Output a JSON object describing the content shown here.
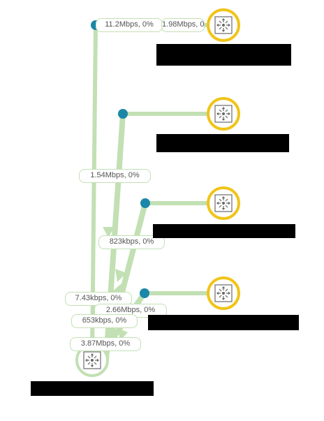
{
  "links": [
    {
      "id": "top-incoming",
      "label": "11.2Mbps,  0%"
    },
    {
      "id": "top-outgoing",
      "label": "1.98Mbps,  0%"
    },
    {
      "id": "second",
      "label": "1.54Mbps,  0%"
    },
    {
      "id": "third",
      "label": "823kbps,  0%"
    },
    {
      "id": "fourth-a",
      "label": "7.43kbps,  0%"
    },
    {
      "id": "fourth-b",
      "label": "2.66Mbps,  0%"
    },
    {
      "id": "fourth-c",
      "label": "653kbps,  0%"
    },
    {
      "id": "bottom",
      "label": "3.87Mbps,  0%"
    }
  ],
  "nodes": [
    {
      "id": "switch-1",
      "icon": "network-switch-icon",
      "status": "warning",
      "ring_color": "#f0c419"
    },
    {
      "id": "switch-2",
      "icon": "network-switch-icon",
      "status": "warning",
      "ring_color": "#f0c419"
    },
    {
      "id": "switch-3",
      "icon": "network-switch-icon",
      "status": "warning",
      "ring_color": "#f0c419"
    },
    {
      "id": "switch-4",
      "icon": "network-switch-icon",
      "status": "warning",
      "ring_color": "#f0c419"
    },
    {
      "id": "core-switch",
      "icon": "network-switch-icon",
      "status": "up",
      "ring_color": "#c2e0b3"
    }
  ],
  "colors": {
    "link": "#c2e0b3",
    "anchor": "#1b87a8",
    "warning_ring": "#f0c419",
    "redaction": "#000000"
  }
}
